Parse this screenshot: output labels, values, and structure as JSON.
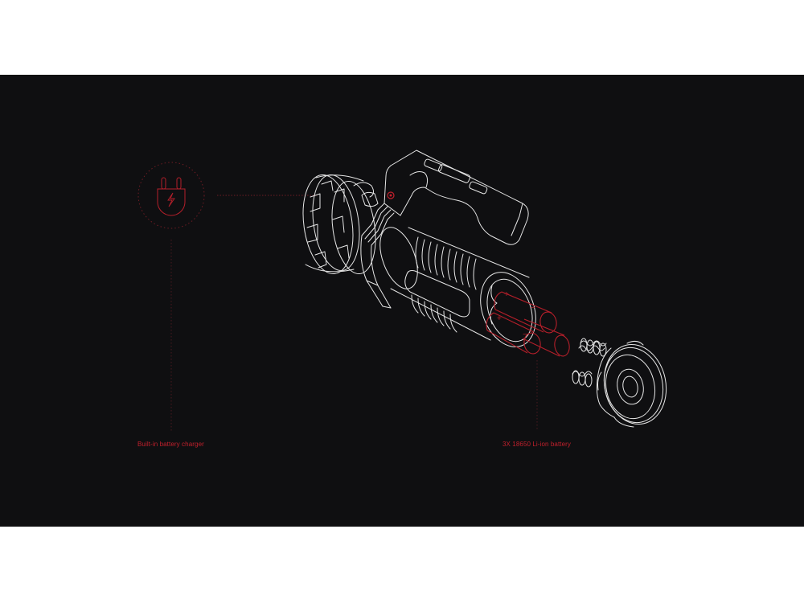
{
  "illustration": {
    "subject": "flashlight-exploded-view",
    "background_color": "#0f0f11",
    "line_color": "#e6e6e6",
    "accent_color": "#c2202c",
    "band_color": "#ffffff"
  },
  "callouts": [
    {
      "id": "charger",
      "icon": "plug-icon",
      "icon_glyph": "⚡",
      "label": "Built-in battery charger"
    },
    {
      "id": "battery",
      "label": "3X 18650 Li-ion battery"
    }
  ],
  "battery_markings": {
    "positive": "+",
    "negative": "−"
  }
}
